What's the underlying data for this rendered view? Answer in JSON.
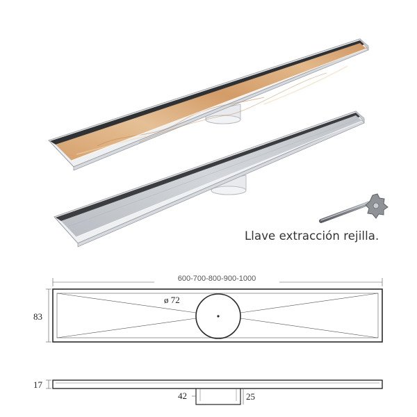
{
  "caption": "Llave extracción rejilla.",
  "plan": {
    "length_label": "600-700-800-900-1000",
    "diameter_label": "ø 72",
    "height_label": "83"
  },
  "section": {
    "thickness_label": "17",
    "outlet_width_label": "42",
    "outlet_depth_label": "25"
  },
  "colors": {
    "tile": "#d9a978",
    "steel": "#c9ccd1",
    "line": "#3a3a3a"
  }
}
